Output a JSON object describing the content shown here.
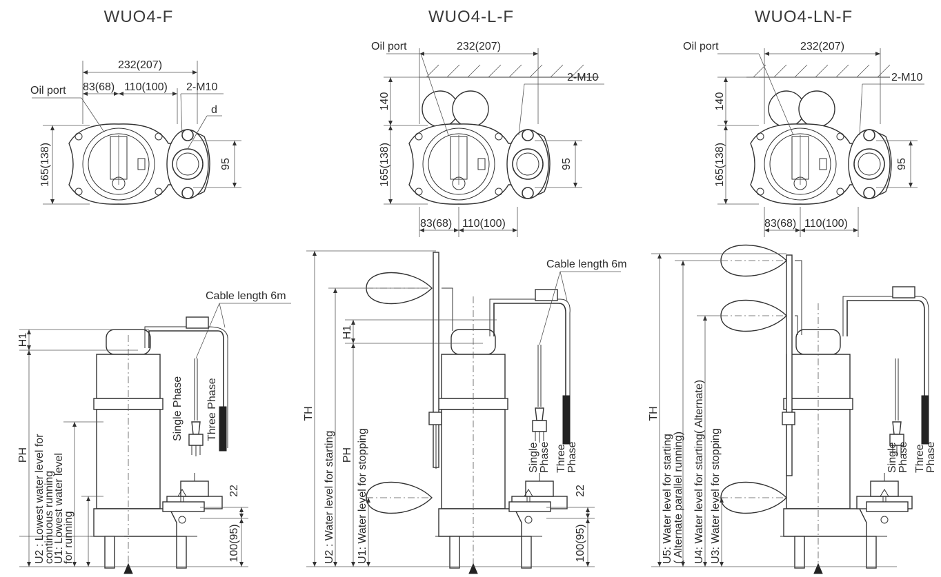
{
  "models": [
    {
      "title": "WUO4-F",
      "top": {
        "oil_port": "Oil port",
        "width": "232(207)",
        "left_dim": "83(68)",
        "right_dim": "110(100)",
        "bolt": "2-M10",
        "d_label": "d",
        "height": "165(138)",
        "flange": "95"
      },
      "side": {
        "cable": "Cable length 6m",
        "h1": "H1",
        "ph": "PH",
        "u2": "U2 : Lowest water level for",
        "u2b": "continuous running",
        "u1": "U1: Lowest water level",
        "u1b": "for running",
        "single": "Single Phase",
        "three": "Three Phase",
        "d22": "22",
        "d100": "100(95)"
      }
    },
    {
      "title": "WUO4-L-F",
      "top": {
        "oil_port": "Oil port",
        "width": "232(207)",
        "bolt": "2-M10",
        "d140": "140",
        "height": "165(138)",
        "flange": "95",
        "left_dim": "83(68)",
        "right_dim": "110(100)"
      },
      "side": {
        "cable": "Cable length 6m",
        "th": "TH",
        "h1": "H1",
        "ph": "PH",
        "u2": "U2 : Water level  for starting",
        "u1": "U1: Water level for stopping",
        "single_a": "Single",
        "single_b": "Phase",
        "three_a": "Three",
        "three_b": "Phase",
        "d22": "22",
        "d100": "100(95)"
      }
    },
    {
      "title": "WUO4-LN-F",
      "top": {
        "oil_port": "Oil port",
        "width": "232(207)",
        "bolt": "2-M10",
        "d140": "140",
        "height": "165(138)",
        "flange": "95",
        "left_dim": "83(68)",
        "right_dim": "110(100)"
      },
      "side": {
        "th": "TH",
        "u5": "U5: Water level  for starting",
        "u5b": "( Alternate parallel running)",
        "u4": "U4: Water level  for starting( Alternate)",
        "u3": "U3: Water level for stopping",
        "single_a": "Single",
        "single_b": "Phase",
        "three_a": "Three",
        "three_b": "Phase"
      }
    }
  ]
}
